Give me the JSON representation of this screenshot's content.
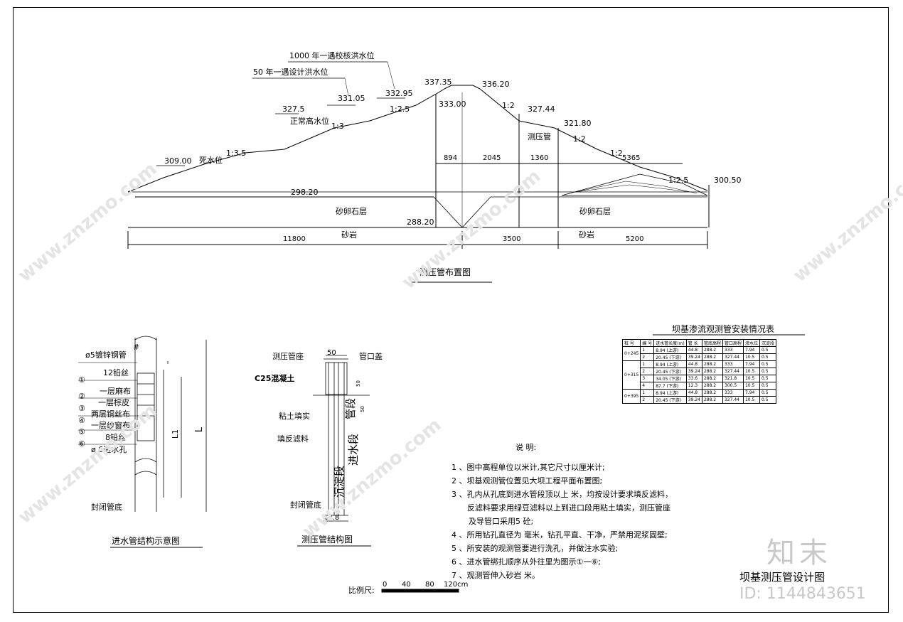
{
  "section": {
    "title": "测压管布置图",
    "levels": {
      "check_flood": "1000 年一遇校核洪水位",
      "design_flood": "50 年一遇设计洪水位",
      "normal": "正常高水位",
      "dead": "死水位"
    },
    "elevations": [
      "327.5",
      "331.05",
      "332.95",
      "309.00",
      "298.20",
      "288.20",
      "337.35",
      "333.00",
      "336.20",
      "327.44",
      "321.80",
      "300.50"
    ],
    "slopes": [
      "1:3.5",
      "1:3",
      "1:2.5",
      "1:2",
      "1:2",
      "1:2",
      "1:2.5"
    ],
    "dims_top": [
      "894",
      "2045",
      "1360",
      "5365"
    ],
    "dims_bottom": [
      "11800",
      "3500",
      "5200"
    ],
    "layers": [
      "砂卵石层",
      "砂卵石层",
      "砂岩",
      "砂岩"
    ],
    "piezometer_label": "测压管"
  },
  "inlet": {
    "title": "进水管结构示意图",
    "labels": [
      "ø5镀锌钢管",
      "#",
      "12铅丝",
      "一层麻布",
      "一层棕皮",
      "两层铜丝布",
      "一层纱窗布",
      "8铅丝",
      "ø 6进水孔",
      "封闭管底"
    ],
    "circled": [
      "①",
      "②",
      "③",
      "④",
      "⑤",
      "⑥"
    ],
    "dims": [
      "L1",
      "L"
    ]
  },
  "piezo": {
    "title": "测压管结构图",
    "labels": [
      "测压管座",
      "管口盖",
      "C25混凝土",
      "粘土填实",
      "填反滤料",
      "封闭管底",
      "沉淀段",
      "进水段",
      "管段"
    ],
    "dims": [
      "50",
      "50",
      "50",
      "10.8"
    ]
  },
  "table": {
    "title": "坝基渗流观测管安装情况表",
    "headers": [
      "桩 号",
      "编 号",
      "进水管长度(m)",
      "管 长",
      "管底高程",
      "管口高程",
      "渗水位",
      "沉淀段"
    ],
    "groups": [
      {
        "station": "0+245",
        "rows": [
          [
            "1",
            "8.94 (上游)",
            "44.8",
            "288.2",
            "333",
            "7.94",
            "0.5"
          ],
          [
            "2",
            "20.45 (下游)",
            "39.24",
            "288.2",
            "327.44",
            "10.5",
            "0.5"
          ]
        ]
      },
      {
        "station": "0+315",
        "rows": [
          [
            "1",
            "8.94 (上游)",
            "44.8",
            "288.2",
            "333",
            "7.94",
            "0.5"
          ],
          [
            "2",
            "20.45 (下游)",
            "39.24",
            "288.2",
            "327.44",
            "10.5",
            "0.5"
          ],
          [
            "3",
            "34.05 (下游)",
            "33.6",
            "288.2",
            "321.8",
            "10.5",
            "0.5"
          ],
          [
            "4",
            "87.7 (下游)",
            "12.3",
            "288.2",
            "300.5",
            "10.5",
            "0.5"
          ]
        ]
      },
      {
        "station": "0+395",
        "rows": [
          [
            "1",
            "8.94 (上游)",
            "44.8",
            "288.2",
            "333",
            "7.94",
            "0.5"
          ],
          [
            "2",
            "20.45 (下游)",
            "39.24",
            "288.2",
            "327.44",
            "10.5",
            "0.5"
          ]
        ]
      }
    ]
  },
  "notes": {
    "title": "说  明:",
    "items": [
      "1 、图中高程单位以米计,其它尺寸以厘米计;",
      "2 、坝基观测管位置见大坝工程平面布置图;",
      "3 、孔内从孔底到进水管段顶以上    米，均按设计要求填反滤料，",
      "反滤料要求用绿豆滤料以上到进口段用粘土填实，测压管座",
      "及导管口采用5 砼;",
      "4 、所用钻孔直径为    毫米，钻孔平直、干净，严禁用泥浆固壁;",
      "5 、所安装的观测管要进行洗孔，并做注水实验;",
      "6 、进水管绑扎顺序从外往里为图示①一⑥;",
      "7 、观测管伸入砂岩  米。"
    ]
  },
  "scale": {
    "label": "比例尺:",
    "ticks": [
      "0",
      "40",
      "80",
      "120cm"
    ]
  },
  "drawing_title": "坝基测压管设计图",
  "watermark": {
    "text": "www.znzmo.com",
    "logo": "知末",
    "id": "ID: 1144843651"
  }
}
